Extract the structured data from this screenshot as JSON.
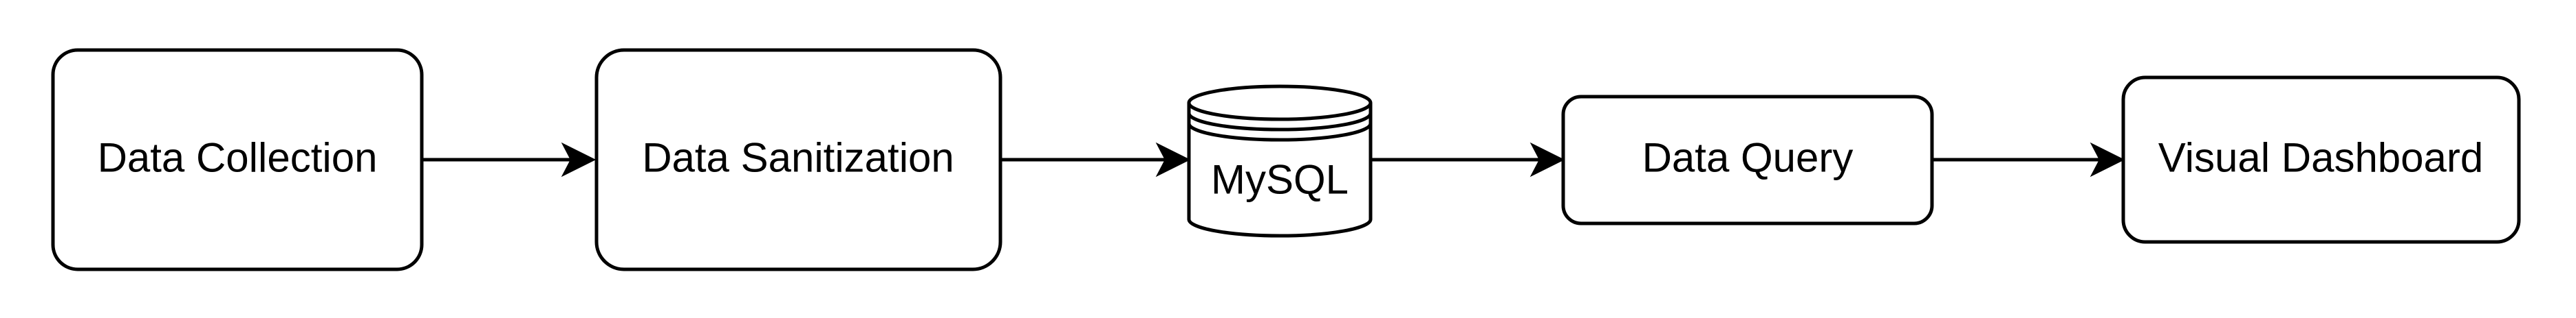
{
  "diagram": {
    "nodes": [
      {
        "id": "collection",
        "label": "Data Collection"
      },
      {
        "id": "sanitization",
        "label": "Data Sanitization"
      },
      {
        "id": "mysql",
        "label": "MySQL"
      },
      {
        "id": "query",
        "label": "Data Query"
      },
      {
        "id": "dashboard",
        "label": "Visual Dashboard"
      }
    ],
    "edges": [
      {
        "from": "collection",
        "to": "sanitization"
      },
      {
        "from": "sanitization",
        "to": "mysql"
      },
      {
        "from": "mysql",
        "to": "query"
      },
      {
        "from": "query",
        "to": "dashboard"
      }
    ]
  }
}
